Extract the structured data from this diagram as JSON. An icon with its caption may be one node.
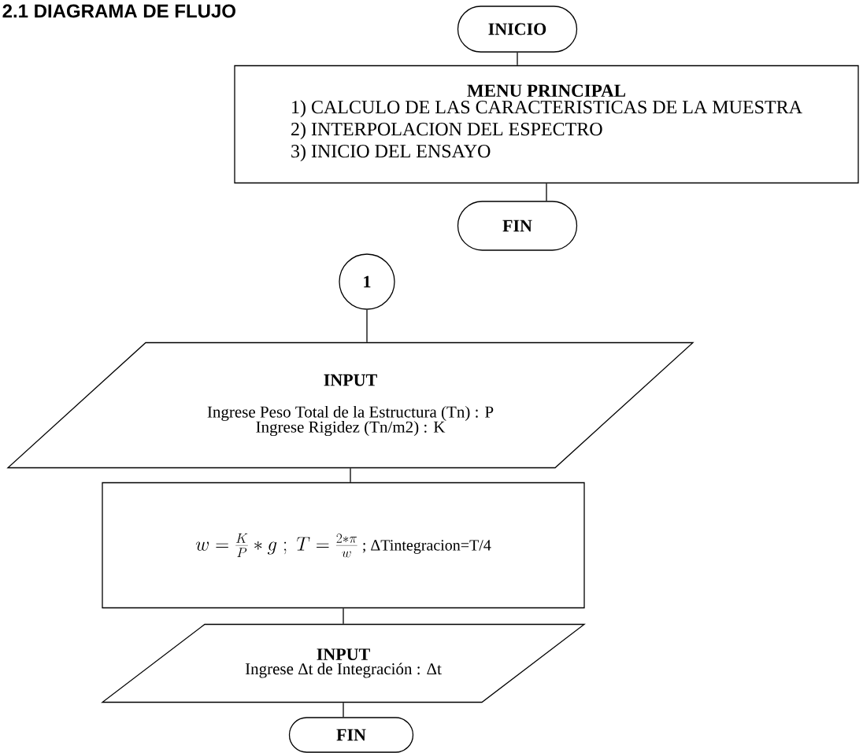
{
  "diagram": {
    "title": "2.1 DIAGRAMA DE FLUJO",
    "nodes": [
      {
        "text": [
          "INICIO"
        ]
      },
      {
        "text": [
          "MENU PRINCIPAL",
          "1) CALCULO DE LAS CARACTERISTICAS DE LA MUESTRA",
          "2) INTERPOLACION DEL ESPECTRO",
          "3) INICIO DEL ENSAYO"
        ]
      },
      {
        "text": [
          "FIN"
        ]
      },
      {
        "text": [
          "1"
        ]
      },
      {
        "text": [
          "INPUT",
          "Ingrese Peso Total de la Estructura (Tn) : P",
          "Ingrese Rigidez (Tn/m2) : K"
        ]
      },
      {
        "text": [
          "w = \\frac{K}{P} * g \\;;\\; T = \\frac{2*\\pi}{w}",
          "; ΔTintegracion=T/4"
        ]
      },
      {
        "text": [
          "INPUT",
          "Ingrese Δt de Integración : Δt"
        ]
      },
      {
        "text": [
          "FIN"
        ]
      }
    ],
    "edges": [
      {
        "from": 0,
        "to": 1,
        "arrow": "none"
      },
      {
        "from": 1,
        "to": 2,
        "arrow": "none"
      },
      {
        "from": 3,
        "to": 4,
        "arrow": "none"
      },
      {
        "from": 4,
        "to": 5,
        "arrow": "none"
      },
      {
        "from": 5,
        "to": 6,
        "arrow": "none"
      },
      {
        "from": 6,
        "to": 7,
        "arrow": "none"
      }
    ]
  }
}
